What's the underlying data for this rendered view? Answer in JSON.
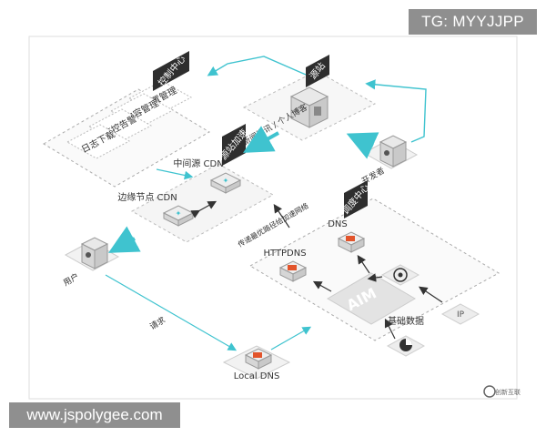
{
  "watermark_top": "TG: MYYJJPP",
  "watermark_bottom": "www.jspolygee.com",
  "diagram": {
    "control_center": {
      "title": "控制中心",
      "items": [
        "配置管理",
        "内容管理",
        "监控告警",
        "日志下载"
      ]
    },
    "origin": {
      "title": "源站",
      "server_label": "新闻资讯 / 个人博客"
    },
    "developer": "开发者",
    "acceleration": {
      "title": "源站加速",
      "mid_cdn": "中间源 CDN",
      "edge_cdn": "边缘节点 CDN"
    },
    "scheduling": {
      "title": "调度中心",
      "dns": "DNS",
      "httpdns": "HTTPDNS",
      "aim": "AIM",
      "basic_data": "基础数据",
      "ip": "IP"
    },
    "route_note": "传递最优路径给加速网络",
    "user": "用户",
    "request": "请求",
    "local_dns": "Local DNS",
    "logo_text": "创新互联"
  },
  "colors": {
    "accent": "#3fc3cf",
    "tag_bg": "#2e2e2e",
    "tag_text": "#ffffff",
    "outline": "#999999",
    "highlight": "#e2542b"
  }
}
